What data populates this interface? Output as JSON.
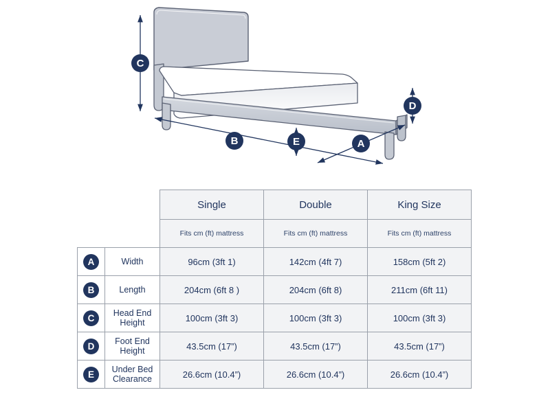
{
  "diagram": {
    "markers": [
      {
        "letter": "C",
        "name": "head-end-height"
      },
      {
        "letter": "D",
        "name": "foot-end-height"
      },
      {
        "letter": "B",
        "name": "length"
      },
      {
        "letter": "E",
        "name": "under-bed-clearance"
      },
      {
        "letter": "A",
        "name": "width"
      }
    ],
    "colors": {
      "frame_fill": "#c9cdd6",
      "mattress_fill": "#fdfdfe",
      "outline": "#5b6274",
      "badge": "#21355e",
      "background": "#ffffff"
    }
  },
  "table": {
    "columns": [
      "Single",
      "Double",
      "King Size"
    ],
    "subheaders": [
      "Fits cm (ft) mattress",
      "Fits cm (ft) mattress",
      "Fits cm (ft) mattress"
    ],
    "rows": [
      {
        "badge": "A",
        "label": "Width",
        "values": [
          "96cm (3ft 1)",
          "142cm (4ft 7)",
          "158cm (5ft 2)"
        ]
      },
      {
        "badge": "B",
        "label": "Length",
        "values": [
          "204cm (6ft 8 )",
          "204cm (6ft 8)",
          "211cm (6ft 11)"
        ]
      },
      {
        "badge": "C",
        "label": "Head End Height",
        "values": [
          "100cm (3ft 3)",
          "100cm (3ft 3)",
          "100cm (3ft 3)"
        ]
      },
      {
        "badge": "D",
        "label": "Foot End Height",
        "values": [
          "43.5cm (17”)",
          "43.5cm (17”)",
          "43.5cm (17”)"
        ]
      },
      {
        "badge": "E",
        "label": "Under Bed Clearance",
        "values": [
          "26.6cm (10.4”)",
          "26.6cm (10.4”)",
          "26.6cm (10.4”)"
        ]
      }
    ]
  }
}
